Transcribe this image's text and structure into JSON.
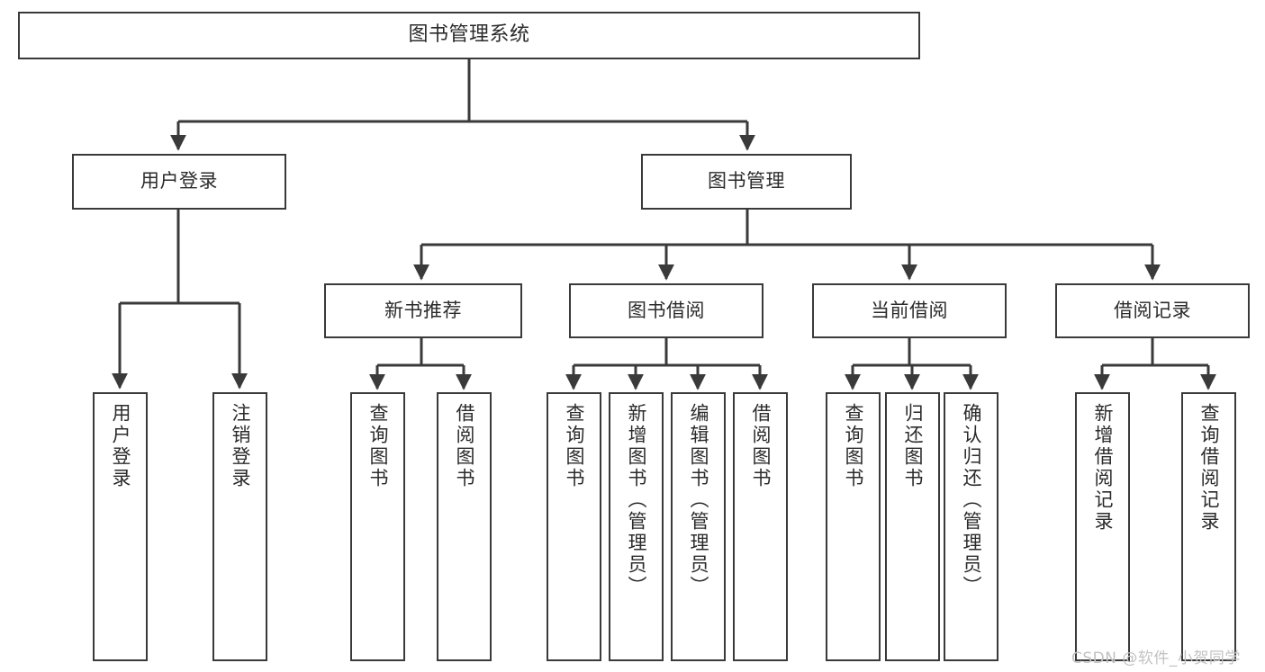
{
  "diagram": {
    "title": "图书管理系统",
    "type": "functional-decomposition-tree",
    "stroke_color": "#3a3a3a",
    "fill_color": "#ffffff",
    "text_color": "#2b2b2b"
  },
  "nodes": {
    "root": {
      "label": "图书管理系统"
    },
    "level1": [
      {
        "label": "用户登录"
      },
      {
        "label": "图书管理"
      }
    ],
    "level2": [
      {
        "label": "新书推荐"
      },
      {
        "label": "图书借阅"
      },
      {
        "label": "当前借阅"
      },
      {
        "label": "借阅记录"
      }
    ],
    "leaves": {
      "user_login": [
        {
          "label": "用户登录"
        },
        {
          "label": "注销登录"
        }
      ],
      "new_book_recommend": [
        {
          "label": "查询图书"
        },
        {
          "label": "借阅图书"
        }
      ],
      "book_borrow": [
        {
          "label": "查询图书"
        },
        {
          "label": "新增图书（管理员）"
        },
        {
          "label": "编辑图书（管理员）"
        },
        {
          "label": "借阅图书"
        }
      ],
      "current_borrow": [
        {
          "label": "查询图书"
        },
        {
          "label": "归还图书"
        },
        {
          "label": "确认归还（管理员）"
        }
      ],
      "borrow_record": [
        {
          "label": "新增借阅记录"
        },
        {
          "label": "查询借阅记录"
        }
      ]
    }
  },
  "watermark": {
    "text": "CSDN @软件_小贺同学"
  }
}
